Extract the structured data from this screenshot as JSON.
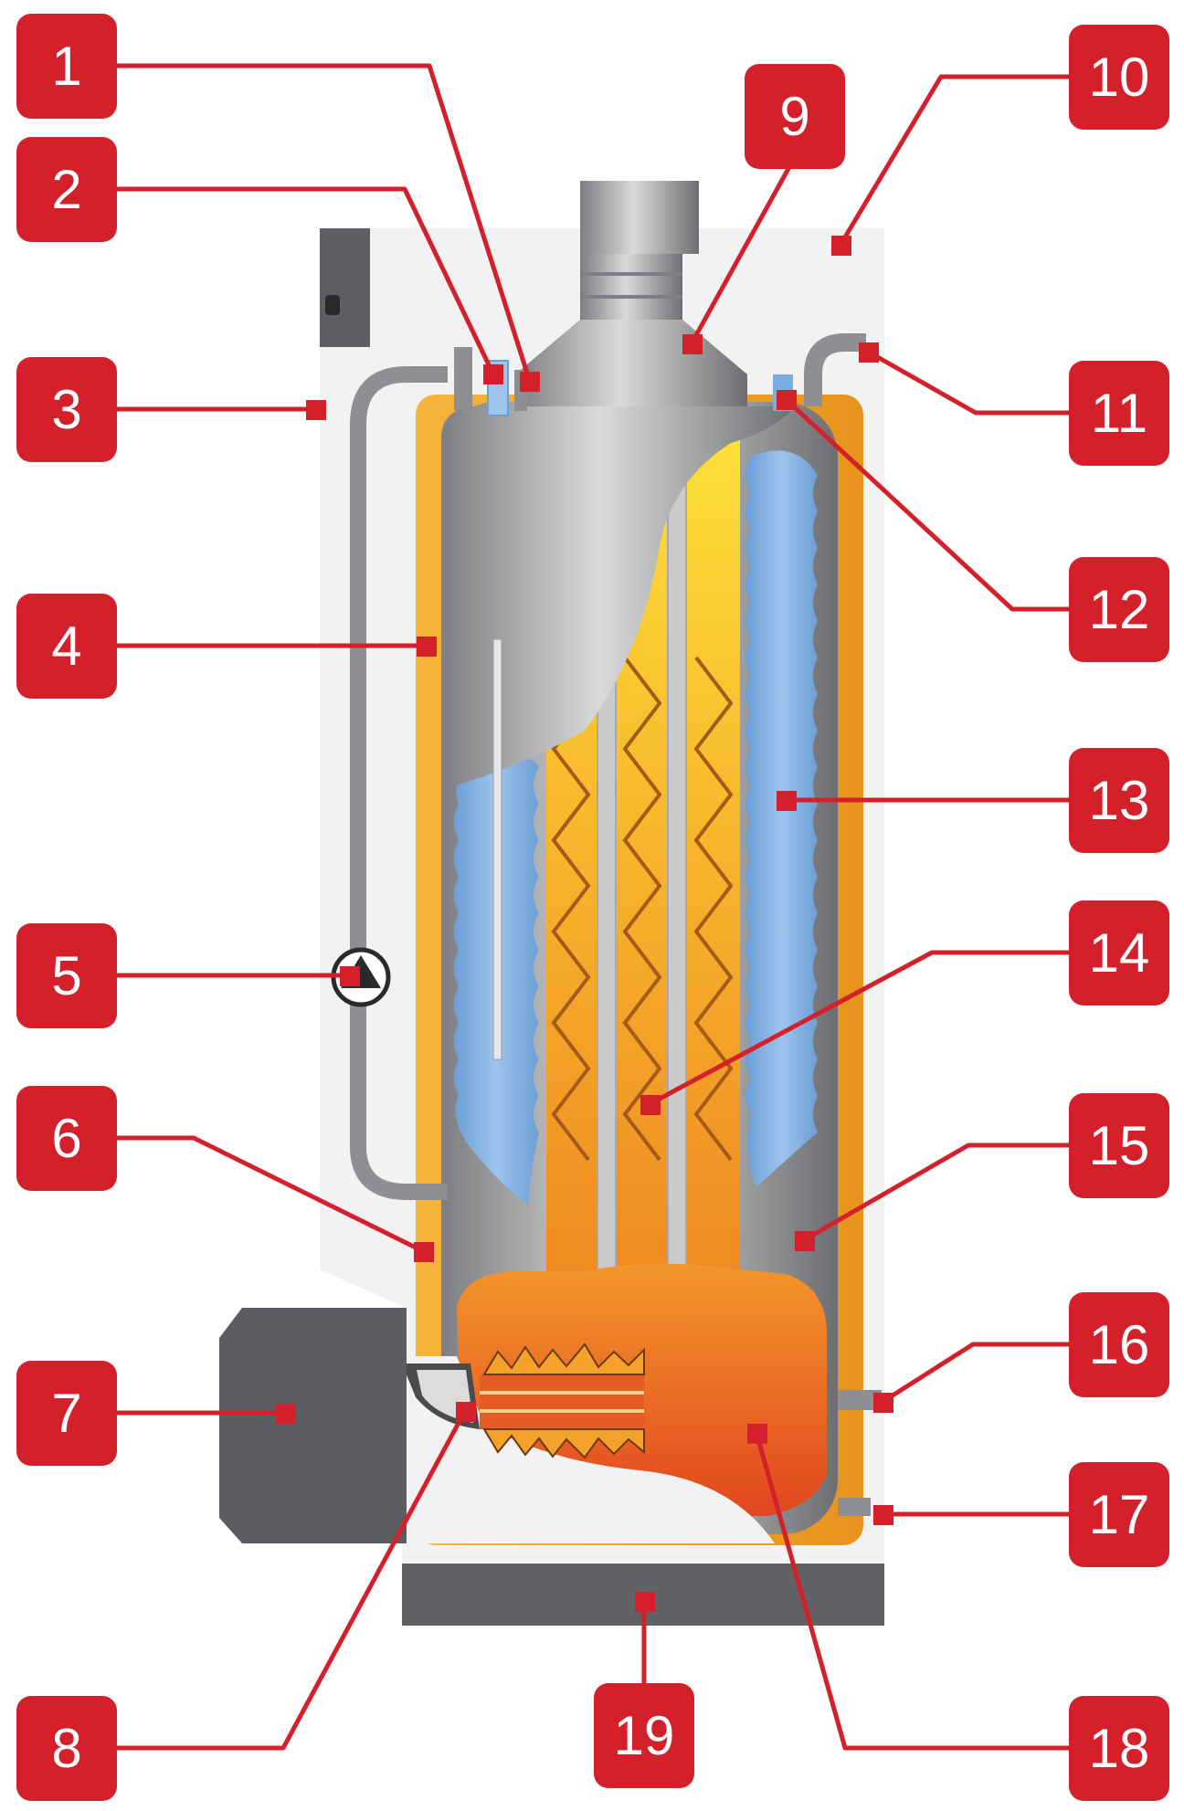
{
  "callouts": [
    {
      "id": "1",
      "label": "1"
    },
    {
      "id": "2",
      "label": "2"
    },
    {
      "id": "3",
      "label": "3"
    },
    {
      "id": "4",
      "label": "4"
    },
    {
      "id": "5",
      "label": "5"
    },
    {
      "id": "6",
      "label": "6"
    },
    {
      "id": "7",
      "label": "7"
    },
    {
      "id": "8",
      "label": "8"
    },
    {
      "id": "9",
      "label": "9"
    },
    {
      "id": "10",
      "label": "10"
    },
    {
      "id": "11",
      "label": "11"
    },
    {
      "id": "12",
      "label": "12"
    },
    {
      "id": "13",
      "label": "13"
    },
    {
      "id": "14",
      "label": "14"
    },
    {
      "id": "15",
      "label": "15"
    },
    {
      "id": "16",
      "label": "16"
    },
    {
      "id": "17",
      "label": "17"
    },
    {
      "id": "18",
      "label": "18"
    },
    {
      "id": "19",
      "label": "19"
    }
  ],
  "colors": {
    "callout": "#d4202a",
    "casing": "#f2f2f2",
    "insulation": "#f0a020",
    "steel": "#9a9b9e",
    "water": "#7aaee0",
    "flame": "#ee7d22",
    "burner": "#66676a"
  }
}
